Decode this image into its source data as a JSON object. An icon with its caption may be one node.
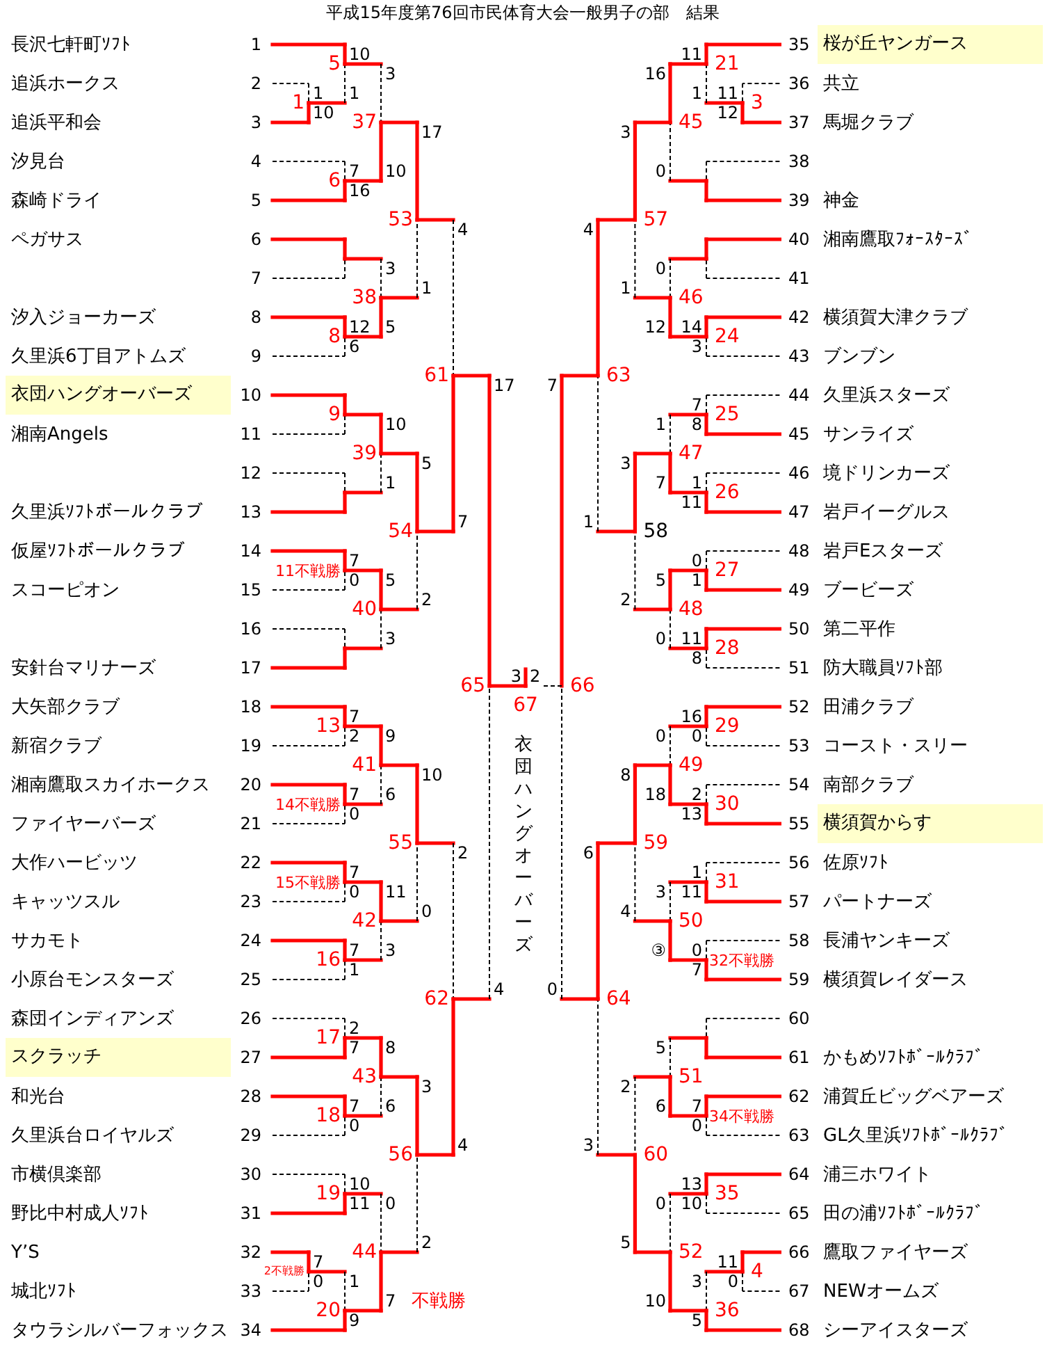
{
  "diagram": {
    "title": "平成15年度第76回市民体育大会一般男子の部　結果",
    "nodes": [
      {
        "text": [
          "衣団ハングオーバーズ"
        ]
      },
      {
        "text": [
          "スクラッチ"
        ]
      },
      {
        "text": [
          "桜が丘ヤンガース"
        ]
      },
      {
        "text": [
          "横須賀からす"
        ]
      }
    ],
    "labels": [
      "長沢七軒町ｿﾌﾄ",
      "1",
      "追浜ホークス",
      "2",
      "追浜平和会",
      "3",
      "汐見台",
      "4",
      "森崎ドライ",
      "5",
      "ペガサス",
      "6",
      "7",
      "汐入ジョーカーズ",
      "8",
      "久里浜6丁目アトムズ",
      "9",
      "10",
      "湘南Angels",
      "11",
      "12",
      "久里浜ｿﾌﾄボールクラブ",
      "13",
      "仮屋ｿﾌﾄボールクラブ",
      "14",
      "スコーピオン",
      "15",
      "16",
      "安針台マリナーズ",
      "17",
      "大矢部クラブ",
      "18",
      "新宿クラブ",
      "19",
      "湘南鷹取スカイホークス",
      "20",
      "ファイヤーバーズ",
      "21",
      "大作ハービッツ",
      "22",
      "キャッツスル",
      "23",
      "サカモト",
      "24",
      "小原台モンスターズ",
      "25",
      "森団インディアンズ",
      "26",
      "27",
      "和光台",
      "28",
      "久里浜台ロイヤルズ",
      "29",
      "市横倶楽部",
      "30",
      "野比中村成人ｿﾌﾄ",
      "31",
      "Y’S",
      "32",
      "城北ｿﾌﾄ",
      "33",
      "タウラシルバーフォックス",
      "34",
      "35",
      "36",
      "共立",
      "37",
      "馬堀クラブ",
      "38",
      "39",
      "神金",
      "40",
      "湘南鷹取ﾌｫｰｽﾀｰｽﾞ",
      "41",
      "42",
      "横須賀大津クラブ",
      "43",
      "ブンブン",
      "44",
      "久里浜スターズ",
      "45",
      "サンライズ",
      "46",
      "境ドリンカーズ",
      "47",
      "岩戸イーグルス",
      "48",
      "岩戸Eスターズ",
      "49",
      "ブービーズ",
      "50",
      "第二平作",
      "51",
      "防大職員ｿﾌﾄ部",
      "52",
      "田浦クラブ",
      "53",
      "コースト・スリー",
      "54",
      "南部クラブ",
      "55",
      "56",
      "佐原ｿﾌﾄ",
      "57",
      "パートナーズ",
      "58",
      "長浦ヤンキーズ",
      "59",
      "横須賀レイダース",
      "60",
      "61",
      "かもめｿﾌﾄﾎﾞｰﾙｸﾗﾌﾞ",
      "62",
      "浦賀丘ビッグベアーズ",
      "63",
      "GL久里浜ｿﾌﾄﾎﾞｰﾙｸﾗﾌﾞ",
      "64",
      "浦三ホワイト",
      "65",
      "田の浦ｿﾌﾄﾎﾞｰﾙｸﾗﾌﾞ",
      "66",
      "鷹取ファイヤーズ",
      "67",
      "NEWオームズ",
      "68",
      "シーアイスターズ",
      "1",
      "1",
      "10",
      "5",
      "10",
      "1",
      "6",
      "7",
      "16",
      "37",
      "3",
      "10",
      "8",
      "12",
      "6",
      "38",
      "3",
      "5",
      "53",
      "17",
      "1",
      "9",
      "39",
      "10",
      "1",
      "11不戦勝",
      "7",
      "0",
      "40",
      "5",
      "3",
      "54",
      "5",
      "2",
      "61",
      "4",
      "7",
      "13",
      "7",
      "2",
      "14不戦勝",
      "7",
      "0",
      "41",
      "9",
      "6",
      "15不戦勝",
      "7",
      "0",
      "16",
      "7",
      "1",
      "42",
      "11",
      "3",
      "55",
      "10",
      "0",
      "17",
      "2",
      "7",
      "18",
      "7",
      "0",
      "43",
      "8",
      "6",
      "19",
      "10",
      "11",
      "2不戦勝",
      "7",
      "0",
      "20",
      "1",
      "9",
      "44",
      "0",
      "7",
      "不戦勝",
      "56",
      "3",
      "2",
      "62",
      "2",
      "4",
      "65",
      "17",
      "4",
      "3",
      "11",
      "12",
      "21",
      "11",
      "1",
      "45",
      "16",
      "0",
      "24",
      "14",
      "3",
      "46",
      "0",
      "12",
      "57",
      "3",
      "1",
      "25",
      "7",
      "8",
      "26",
      "1",
      "11",
      "47",
      "1",
      "7",
      "27",
      "0",
      "1",
      "28",
      "11",
      "8",
      "48",
      "5",
      "0",
      "58",
      "3",
      "2",
      "63",
      "4",
      "1",
      "29",
      "16",
      "0",
      "30",
      "2",
      "13",
      "49",
      "0",
      "18",
      "31",
      "1",
      "11",
      "32不戦勝",
      "0",
      "7",
      "50",
      "3",
      "③",
      "59",
      "8",
      "4",
      "34不戦勝",
      "7",
      "0",
      "51",
      "5",
      "6",
      "35",
      "13",
      "10",
      "4",
      "11",
      "0",
      "36",
      "3",
      "5",
      "52",
      "0",
      "10",
      "60",
      "2",
      "5",
      "64",
      "6",
      "3",
      "66",
      "7",
      "0",
      "3",
      "2",
      "67",
      "衣団ハングオーバーズ"
    ]
  }
}
